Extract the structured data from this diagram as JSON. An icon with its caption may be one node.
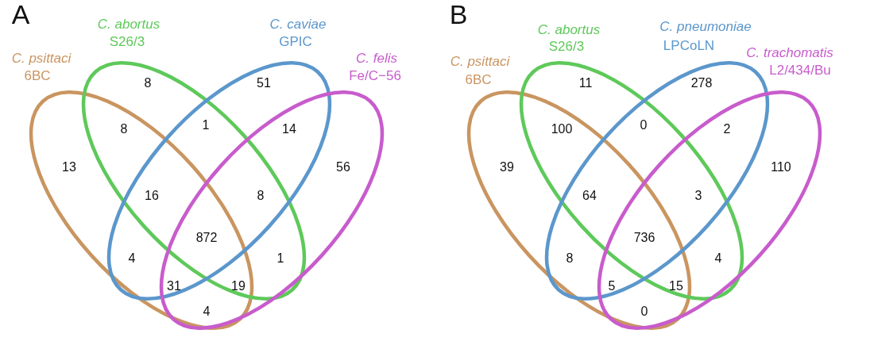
{
  "diagram": {
    "nodes": [
      {
        "text": [
          "C. psittaci",
          "6BC"
        ]
      },
      {
        "text": [
          "C. abortus",
          "S26/3"
        ]
      },
      {
        "text": [
          "C. caviae",
          "GPIC"
        ]
      },
      {
        "text": [
          "C. felis",
          "Fe/C−56"
        ]
      },
      {
        "text": [
          "C. psittaci",
          "6BC"
        ]
      },
      {
        "text": [
          "C. abortus",
          "S26/3"
        ]
      },
      {
        "text": [
          "C. pneumoniae",
          "LPCoLN"
        ]
      },
      {
        "text": [
          "C. trachomatis",
          "L2/434/Bu"
        ]
      }
    ],
    "labels": [
      "A",
      "8",
      "51",
      "8",
      "1",
      "14",
      "13",
      "56",
      "16",
      "8",
      "872",
      "4",
      "1",
      "31",
      "19",
      "4",
      "B",
      "11",
      "278",
      "100",
      "0",
      "2",
      "39",
      "110",
      "64",
      "3",
      "736",
      "8",
      "4",
      "5",
      "15",
      "0"
    ]
  }
}
